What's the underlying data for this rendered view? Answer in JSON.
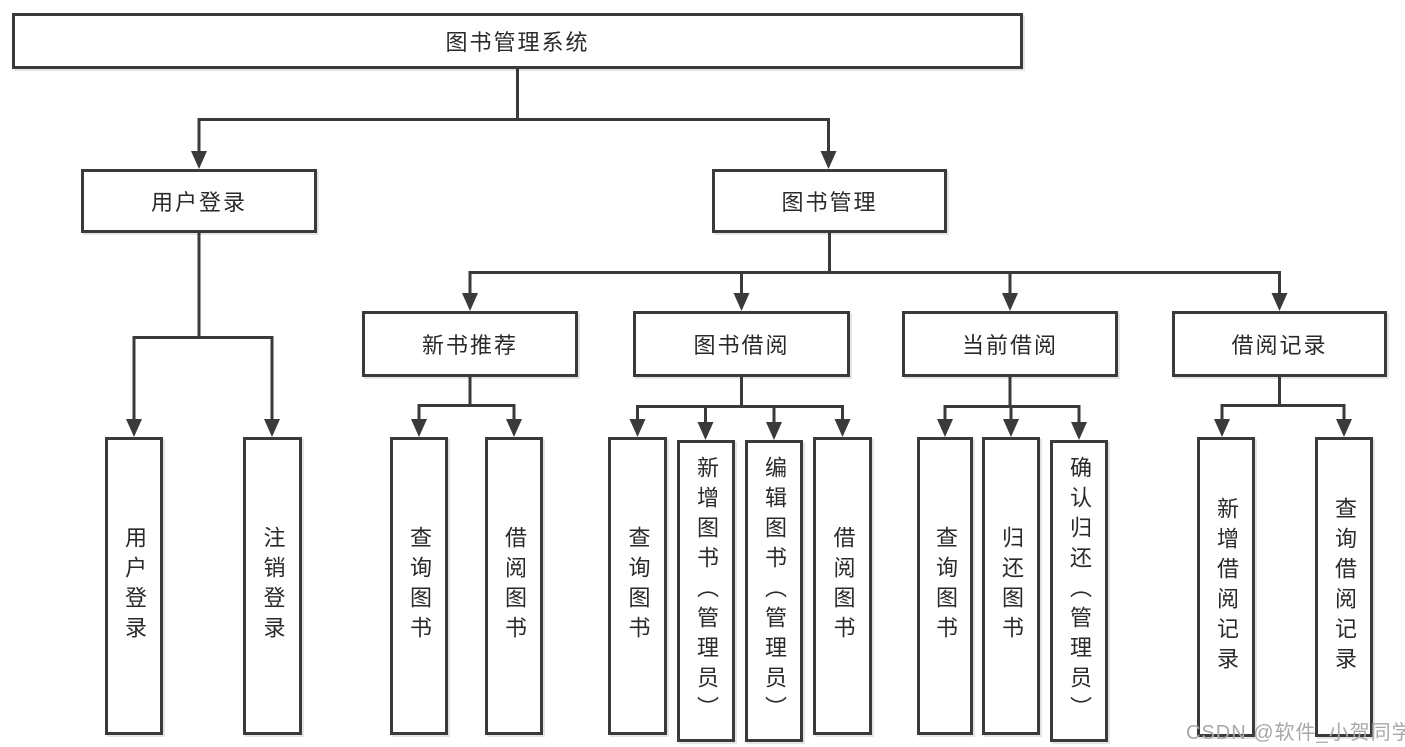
{
  "diagram_title": "图书管理系统",
  "colors": {
    "line": "#3a3a3a",
    "text": "#2a2a2a",
    "background": "#ffffff",
    "watermark": "#a9a9a9"
  },
  "nodes": {
    "root": {
      "label": "图书管理系统"
    },
    "user_login": {
      "label": "用户登录"
    },
    "book_mgmt": {
      "label": "图书管理"
    },
    "new_book_rec": {
      "label": "新书推荐"
    },
    "book_borrow": {
      "label": "图书借阅"
    },
    "current_borrow": {
      "label": "当前借阅"
    },
    "borrow_records": {
      "label": "借阅记录"
    },
    "leaf_user_login": {
      "label": "用户登录"
    },
    "leaf_logout": {
      "label": "注销登录"
    },
    "leaf_query_book_1": {
      "label": "查询图书"
    },
    "leaf_borrow_book_1": {
      "label": "借阅图书"
    },
    "leaf_query_book_2": {
      "label": "查询图书"
    },
    "leaf_add_book": {
      "label": "新增图书（管理员）"
    },
    "leaf_edit_book": {
      "label": "编辑图书（管理员）"
    },
    "leaf_borrow_book_2": {
      "label": "借阅图书"
    },
    "leaf_query_book_3": {
      "label": "查询图书"
    },
    "leaf_return_book": {
      "label": "归还图书"
    },
    "leaf_confirm_return": {
      "label": "确认归还（管理员）"
    },
    "leaf_add_record": {
      "label": "新增借阅记录"
    },
    "leaf_query_record": {
      "label": "查询借阅记录"
    }
  },
  "watermark": {
    "text": "CSDN @软件_小贺同学"
  }
}
